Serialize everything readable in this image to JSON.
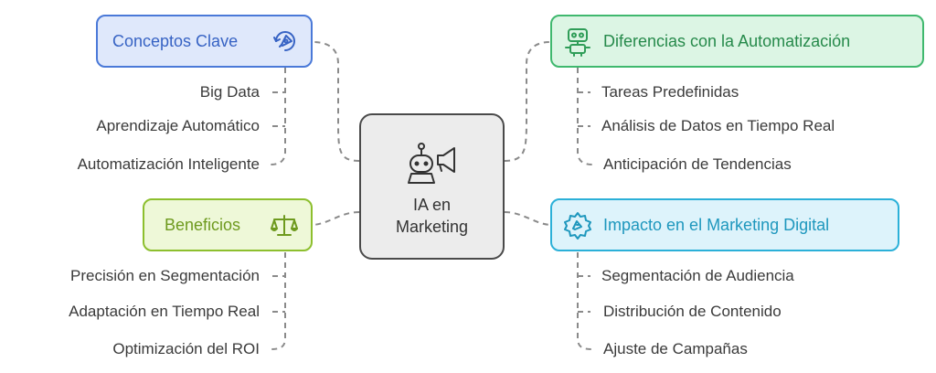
{
  "center": {
    "label_line1": "IA en",
    "label_line2": "Marketing",
    "icon": "robot-megaphone-icon"
  },
  "branches": [
    {
      "title": "Conceptos Clave",
      "icon": "pen-tool-icon",
      "color": "#4a79d8",
      "fill": "#dfe8fb",
      "items": [
        "Big Data",
        "Aprendizaje Automático",
        "Automatización Inteligente"
      ]
    },
    {
      "title": "Diferencias con la Automatización",
      "icon": "robot-icon",
      "color": "#3fb86e",
      "fill": "#dcf5e4",
      "items": [
        "Tareas Predefinidas",
        "Análisis de Datos en Tiempo Real",
        "Anticipación de Tendencias"
      ]
    },
    {
      "title": "Beneficios",
      "icon": "scale-icon",
      "color": "#8dbf2e",
      "fill": "#eef8d8",
      "items": [
        "Precisión en Segmentación",
        "Adaptación en Tiempo Real",
        "Optimización del ROI"
      ]
    },
    {
      "title": "Impacto en el Marketing Digital",
      "icon": "badge-icon",
      "color": "#2bb0d8",
      "fill": "#ddf3fb",
      "items": [
        "Segmentación de Audiencia",
        "Distribución de Contenido",
        "Ajuste de Campañas"
      ]
    }
  ]
}
